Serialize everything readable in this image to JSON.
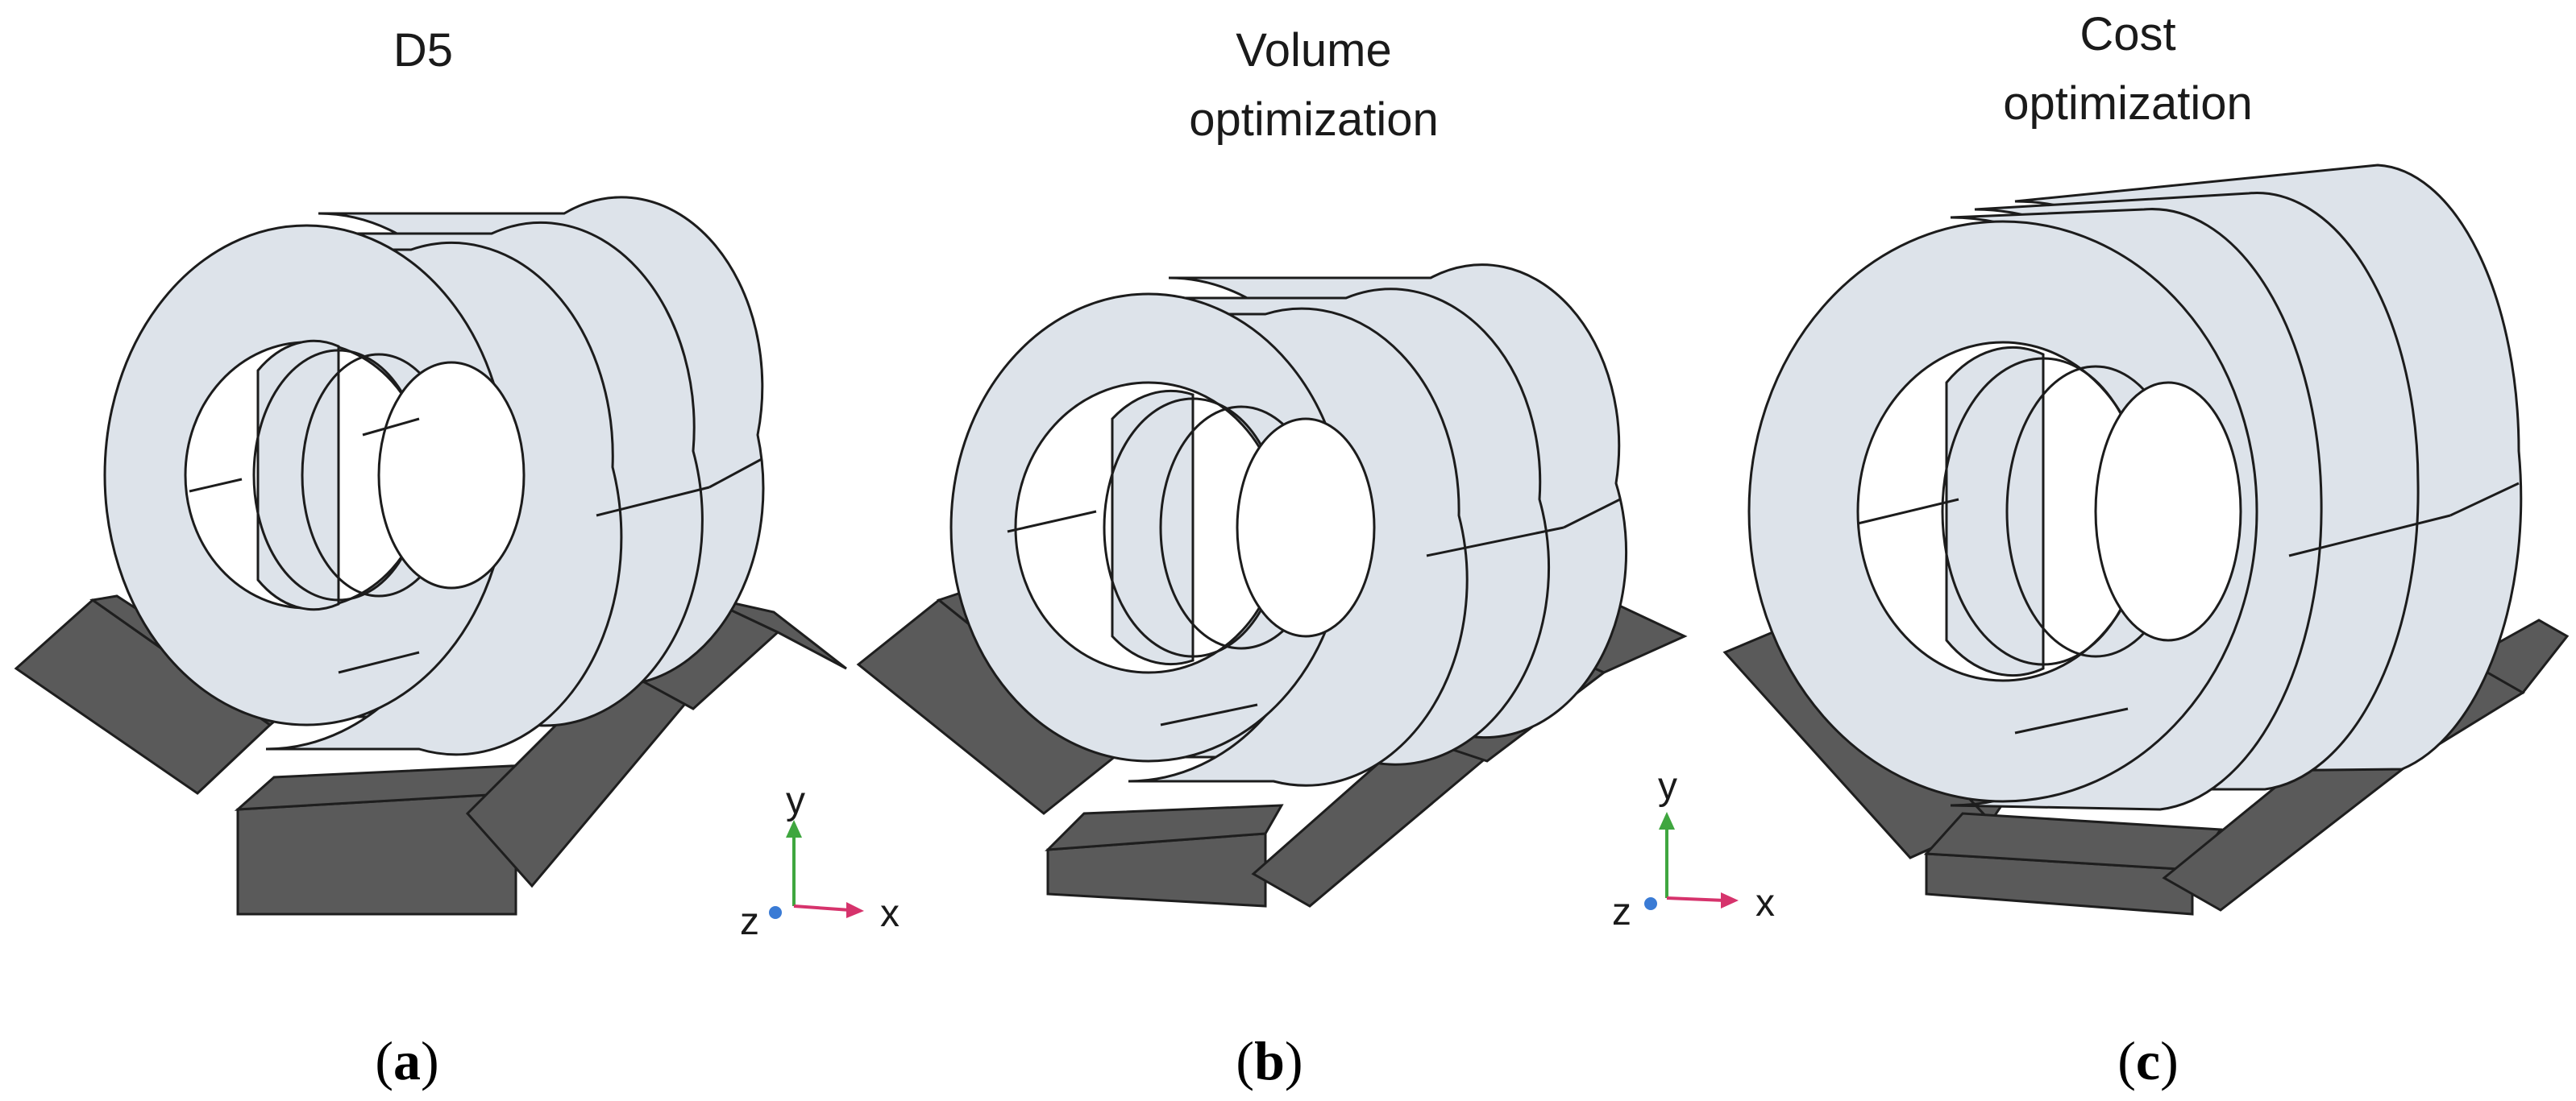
{
  "panels": [
    {
      "title_lines": [
        "D5"
      ],
      "caption_letter": "a",
      "has_axes": true
    },
    {
      "title_lines": [
        "Volume",
        "optimization"
      ],
      "caption_letter": "b",
      "has_axes": false
    },
    {
      "title_lines": [
        "Cost",
        "optimization"
      ],
      "caption_letter": "c",
      "has_axes": true
    }
  ],
  "axes": {
    "x": "x",
    "y": "y",
    "z": "z"
  },
  "colors": {
    "ring_face": "#dde3ea",
    "ring_edge": "#1c1c1c",
    "block": "#5a5a5a",
    "block_edge": "#1e1e1e",
    "axis_x": "#d6336c",
    "axis_y": "#3fa63f",
    "axis_z": "#3a7bd5"
  }
}
